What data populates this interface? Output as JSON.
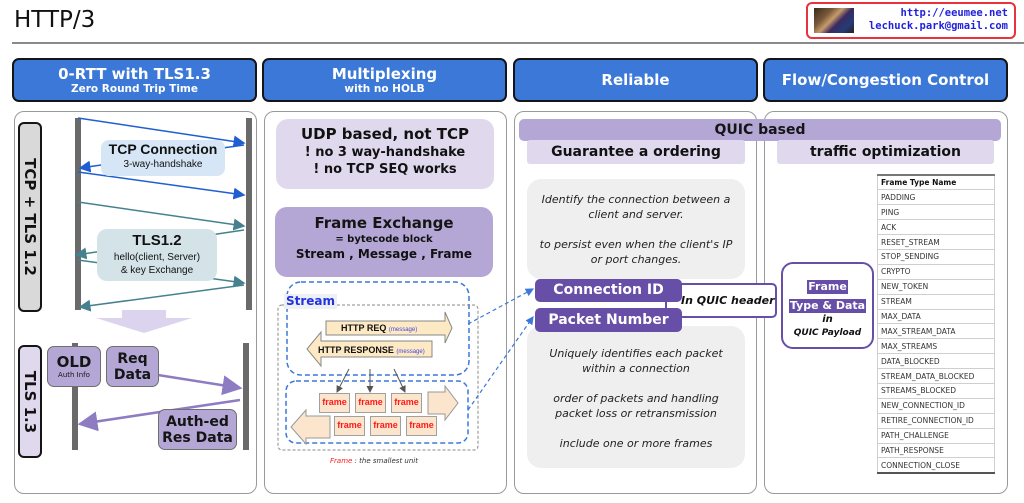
{
  "header": {
    "title": "HTTP/3",
    "contact": {
      "url": "http://eeumee.net",
      "email": "lechuck.park@gmail.com"
    }
  },
  "columns": [
    {
      "title": "0-RTT with TLS1.3",
      "subtitle": "Zero Round Trip Time"
    },
    {
      "title": "Multiplexing",
      "subtitle": "with no HOLB"
    },
    {
      "title": "Reliable",
      "subtitle": ""
    },
    {
      "title": "Flow/Congestion Control",
      "subtitle": ""
    }
  ],
  "rtt": {
    "tcp_tls_label": "TCP + TLS 1.2",
    "tcp_connection": {
      "title": "TCP Connection",
      "subtitle": "3-way-handshake"
    },
    "tls12": {
      "title": "TLS1.2",
      "line1": "hello(client, Server)",
      "line2": "& key Exchange"
    },
    "tls13_label": "TLS 1.3",
    "old_box": {
      "title": "OLD",
      "subtitle": "Auth Info"
    },
    "req_box": {
      "line1": "Req",
      "line2": "Data"
    },
    "res_box": {
      "line1": "Auth-ed",
      "line2": "Res Data"
    }
  },
  "multiplexing": {
    "udp_box": [
      "UDP based, not TCP",
      "! no 3 way-handshake",
      "! no TCP SEQ works"
    ],
    "frame_exchange": {
      "title": "Frame Exchange",
      "line1": "= bytecode block",
      "line2": "Stream , Message , Frame"
    },
    "stream_label": "Stream",
    "http_req": "HTTP REQ",
    "http_response": "HTTP RESPONSE",
    "message_tag": "(message)",
    "frame_label": "frame",
    "frame_note_prefix": "Frame",
    "frame_note_suffix": " : the smallest unit"
  },
  "reliable": {
    "quic_based": "QUIC based",
    "guarantee": "Guarantee a ordering",
    "conn_desc": [
      "Identify the connection between a",
      "client and server.",
      "",
      "to persist even when the client's IP",
      "or port changes."
    ],
    "connection_id": "Connection ID",
    "packet_number": "Packet Number",
    "in_quic_header": "In QUIC header",
    "packet_desc": [
      "Uniquely identifies each packet",
      "within a connection",
      "",
      "order of packets and handling",
      "packet loss or retransmission",
      "",
      "include one or more frames"
    ]
  },
  "flow": {
    "traffic": "traffic optimization",
    "payload_box": {
      "line1": "Frame",
      "line2": "Type & Data",
      "line3": "in",
      "line4": "QUIC Payload"
    },
    "frame_table": {
      "header": "Frame Type Name",
      "rows": [
        "PADDING",
        "PING",
        "ACK",
        "RESET_STREAM",
        "STOP_SENDING",
        "CRYPTO",
        "NEW_TOKEN",
        "STREAM",
        "MAX_DATA",
        "MAX_STREAM_DATA",
        "MAX_STREAMS",
        "DATA_BLOCKED",
        "STREAM_DATA_BLOCKED",
        "STREAMS_BLOCKED",
        "NEW_CONNECTION_ID",
        "RETIRE_CONNECTION_ID",
        "PATH_CHALLENGE",
        "PATH_RESPONSE",
        "CONNECTION_CLOSE"
      ]
    }
  },
  "colors": {
    "header_blue": "#3b78d8",
    "lavender_light": "#e0d9ee",
    "lavender": "#b4a7d6",
    "purple": "#674ea7",
    "frame_red": "#ff1a1a",
    "contact_border": "#e8323c"
  }
}
